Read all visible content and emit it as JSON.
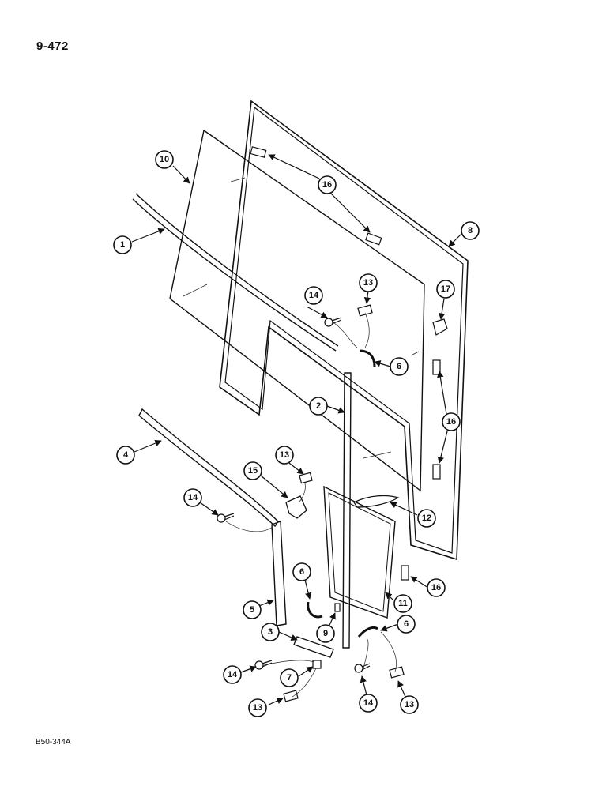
{
  "header": {
    "page_number": "9-472"
  },
  "footer": {
    "figure_code": "B50-344A"
  },
  "callouts": {
    "c1": "1",
    "c2": "2",
    "c3": "3",
    "c4": "4",
    "c5": "5",
    "c6a": "6",
    "c6b": "6",
    "c6c": "6",
    "c7": "7",
    "c8": "8",
    "c9": "9",
    "c10": "10",
    "c11": "11",
    "c12": "12",
    "c13a": "13",
    "c13b": "13",
    "c13c": "13",
    "c13d": "13",
    "c14a": "14",
    "c14b": "14",
    "c14c": "14",
    "c14d": "14",
    "c15": "15",
    "c16a": "16",
    "c16b": "16",
    "c16c": "16",
    "c17": "17"
  }
}
